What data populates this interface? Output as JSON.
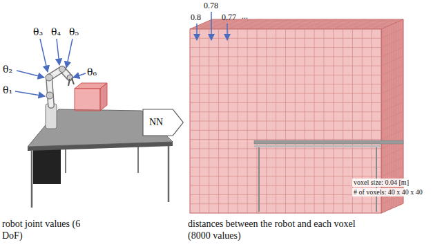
{
  "diagram": {
    "nodes": [
      {
        "text": [
          "NN"
        ]
      }
    ],
    "labels": [
      "θ₃",
      "θ₄",
      "θ₅",
      "θ₂",
      "θ₁",
      "θ₆",
      "0.78",
      "0.8",
      "0.77",
      "...",
      "robot joint values (6 DoF)",
      "distances between the robot and each voxel (8000 values)",
      "voxel size: 0.04 [m]",
      "# of voxels: 40 x 40 x 40"
    ]
  }
}
